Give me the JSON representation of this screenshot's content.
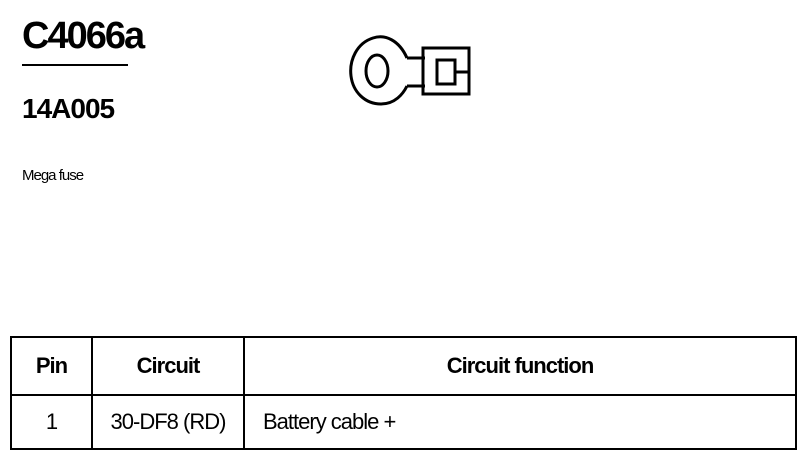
{
  "connector": {
    "id": "C4066a",
    "part_number": "14A005",
    "description": "Mega fuse",
    "drawing_icon": "ring-terminal-connector-icon"
  },
  "table": {
    "headers": {
      "pin": "Pin",
      "circuit": "Circuit",
      "function": "Circuit function"
    },
    "rows": [
      {
        "pin": "1",
        "circuit": "30-DF8 (RD)",
        "function": "Battery cable +"
      }
    ]
  }
}
